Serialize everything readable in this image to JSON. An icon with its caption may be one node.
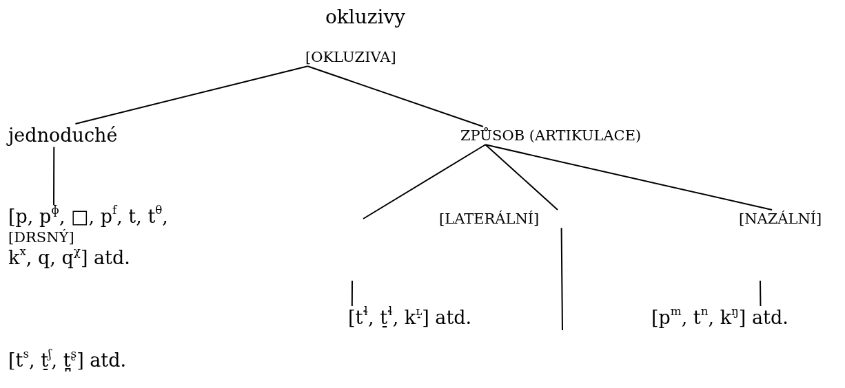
{
  "diagram": {
    "title": "okluzivy",
    "nodes": [
      {
        "text": [
          "[OKLUZIVA]"
        ]
      },
      {
        "text": [
          "jednoduché"
        ]
      },
      {
        "text": [
          "ZPŮSOB (ARTIKULACE)"
        ]
      },
      {
        "text": [
          "[p, p$^{ɸ}$, □, p$^{f}$, t, t$^{θ}$,",
          "[DRSNÝ]",
          "k$^{x}$, q, q$^{χ}$] atd."
        ]
      },
      {
        "text": [
          "[LATERÁLNÍ]"
        ]
      },
      {
        "text": [
          "[NAZÁLNÍ]"
        ]
      },
      {
        "text": [
          "[t$^{ɬ}$, t̠$^{ɬ}$, k$^{ʟ̝}$] atd."
        ]
      },
      {
        "text": [
          "[p$^{m}$, t$^{n}$, k$^{ŋ}$] atd."
        ]
      }
    ],
    "edges": [
      {
        "from": 0,
        "to": 1,
        "arrow": "none"
      },
      {
        "from": 0,
        "to": 2,
        "arrow": "none"
      },
      {
        "from": 1,
        "to": 3,
        "arrow": "none"
      },
      {
        "from": 2,
        "to": null,
        "arrow": "none"
      },
      {
        "from": 2,
        "to": 4,
        "arrow": "none"
      },
      {
        "from": 2,
        "to": 5,
        "arrow": "none"
      },
      {
        "from": null,
        "to": 6,
        "arrow": "none"
      },
      {
        "from": 4,
        "to": null,
        "arrow": "none"
      },
      {
        "from": null,
        "to": 7,
        "arrow": "none"
      }
    ],
    "labels": [
      "[t$^{s}$, t̠$^{ʃ}$, t̪$^{ʂ}$] atd."
    ]
  }
}
